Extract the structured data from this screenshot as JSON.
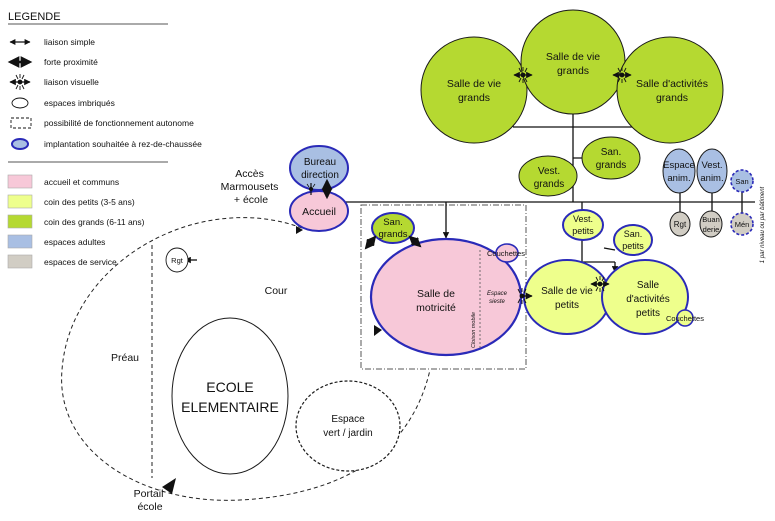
{
  "legend": {
    "title": "LEGENDE",
    "items": [
      {
        "key": "simple",
        "label": "liaison simple"
      },
      {
        "key": "forte",
        "label": "forte proximité"
      },
      {
        "key": "visuelle",
        "label": "liaison visuelle"
      },
      {
        "key": "imbriques",
        "label": "espaces imbriqués"
      },
      {
        "key": "autonome",
        "label": "possibilité de fonctionnement autonome"
      },
      {
        "key": "rdc",
        "label": "implantation souhaitée à rez-de-chaussée"
      }
    ],
    "colors": [
      {
        "label": "accueil et communs",
        "color": "#f7c8d8"
      },
      {
        "label": "coin des petits (3-5 ans)",
        "color": "#eeff8c"
      },
      {
        "label": "coin des grands (6-11 ans)",
        "color": "#b5d931"
      },
      {
        "label": "espaces adultes",
        "color": "#a9bfe3"
      },
      {
        "label": "espaces de service",
        "color": "#d1cdc4"
      }
    ]
  },
  "nodes": {
    "salle_vie_grands_1": [
      "Salle de vie",
      "grands"
    ],
    "salle_vie_grands_2": [
      "Salle de vie",
      "grands"
    ],
    "salle_activites_grands": [
      "Salle d'activités",
      "grands"
    ],
    "san_grands_top": [
      "San.",
      "grands"
    ],
    "vest_grands": [
      "Vest.",
      "grands"
    ],
    "espace_anim": [
      "Espace",
      "anim."
    ],
    "vest_anim": [
      "Vest.",
      "anim."
    ],
    "san_small": "San",
    "rgt_right": "Rgt",
    "buanderie": [
      "Buan",
      "derie"
    ],
    "men": "Mén",
    "vest_petits": [
      "Vest.",
      "petits"
    ],
    "san_petits": [
      "San.",
      "petits"
    ],
    "salle_vie_petits": [
      "Salle de vie",
      "petits"
    ],
    "salle_activites_petits": [
      "Salle",
      "d'activités",
      "petits"
    ],
    "couchettes_right": "Couchettes",
    "bureau_direction": [
      "Bureau",
      "direction"
    ],
    "accueil": "Accueil",
    "san_grands_mid": [
      "San.",
      "grands"
    ],
    "salle_motricite": [
      "Salle de",
      "motricité"
    ],
    "couchettes_mid": "Couchettes",
    "espace_sieste": [
      "Espace",
      "sieste"
    ],
    "cloison_mobile": "Cloison mobile",
    "rgt_left": "Rgt",
    "ecole_elementaire": [
      "ECOLE",
      "ELEMENTAIRE"
    ],
    "espace_vert": [
      "Espace",
      "vert / jardin"
    ]
  },
  "labels": {
    "acces": [
      "Accès",
      "Marmousets",
      "+ école"
    ],
    "cour": "Cour",
    "preau": "Préau",
    "portail": [
      "Portail",
      "école"
    ],
    "side_note": "1 par niveau ou par bâtiment"
  }
}
